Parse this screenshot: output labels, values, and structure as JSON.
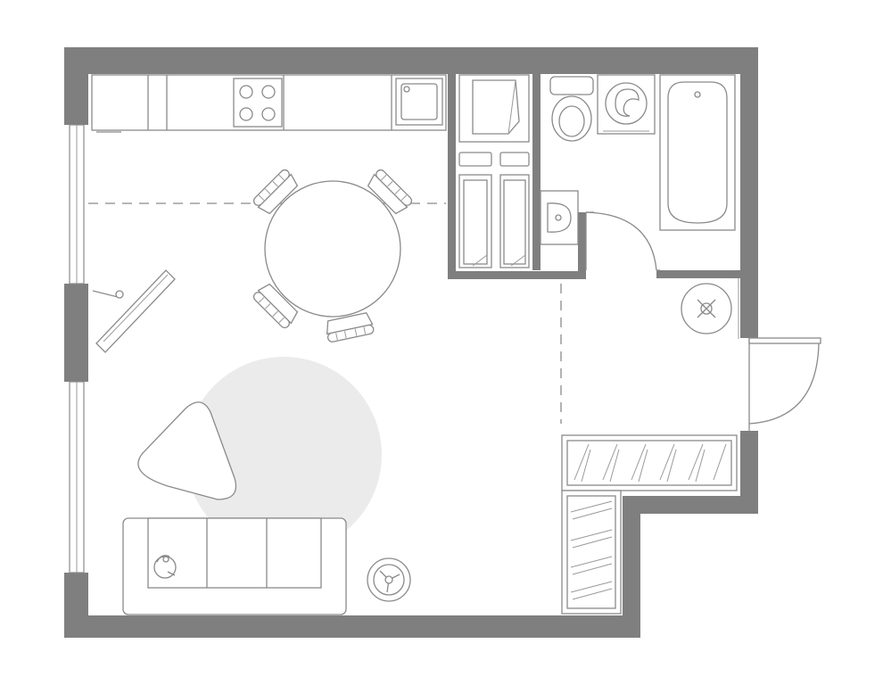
{
  "plan": {
    "type": "studio-apartment-floor-plan",
    "rooms": [
      "kitchen-living",
      "wardrobe",
      "bathroom",
      "hallway"
    ],
    "colors": {
      "wall": "#7f7f7f",
      "line": "#8a8a8a",
      "rug": "#ebebeb",
      "background": "#ffffff"
    },
    "labels": []
  }
}
